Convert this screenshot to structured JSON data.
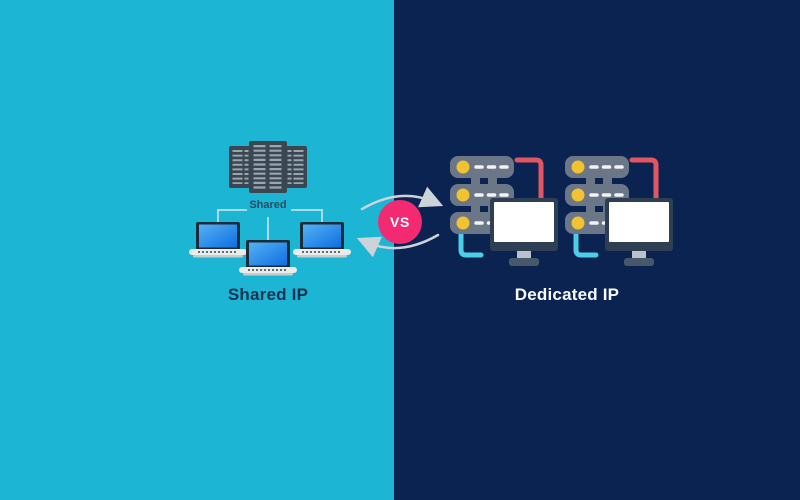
{
  "left_panel": {
    "server_label": "Shared",
    "title": "Shared IP",
    "icons": [
      "server-rack-icon",
      "laptop-icon",
      "laptop-icon",
      "laptop-icon"
    ]
  },
  "right_panel": {
    "title": "Dedicated IP",
    "icons": [
      "server-monitor-icon",
      "server-monitor-icon"
    ]
  },
  "center": {
    "vs_label": "VS",
    "icons": [
      "cycle-arrows-icon",
      "vs-badge"
    ]
  },
  "colors": {
    "left_bg": "#1cb5d3",
    "right_bg": "#0b2350",
    "vs_pink": "#f22a72",
    "arrow_gray": "#ccd4da",
    "rack_dark": "#3a4752",
    "rack_line": "#97a6af",
    "laptop_frame": "#1c2b39",
    "laptop_base": "#e9ecea",
    "server_slate": "#6b7687",
    "led_yellow": "#f2c230",
    "dash_white": "#f2f4f6",
    "line_red": "#e25563",
    "line_cyan": "#4ecde6",
    "monitor_frame": "#2e3e53",
    "monitor_screen": "#ffffff",
    "monitor_neck": "#b9c2ca",
    "monitor_foot": "#48586c",
    "connector_line": "#a5dcea",
    "shared_label": "#2a4c66",
    "left_title": "#123253",
    "right_title": "#f7f9fb"
  }
}
